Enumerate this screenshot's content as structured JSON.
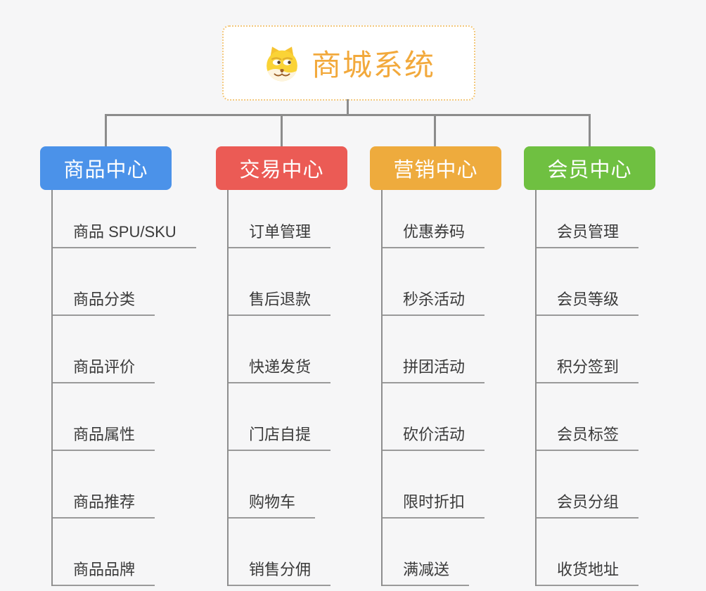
{
  "page": {
    "background": "#f6f6f7",
    "connector_color": "#8c8c8c"
  },
  "root": {
    "title": "商城系统",
    "icon": "doge-icon",
    "text_color": "#f2a93c",
    "border_color": "#f3c87c"
  },
  "branches": [
    {
      "label": "商品中心",
      "color": "#4b92e9",
      "children": [
        "商品 SPU/SKU",
        "商品分类",
        "商品评价",
        "商品属性",
        "商品推荐",
        "商品品牌"
      ]
    },
    {
      "label": "交易中心",
      "color": "#eb5b55",
      "children": [
        "订单管理",
        "售后退款",
        "快递发货",
        "门店自提",
        "购物车",
        "销售分佣"
      ]
    },
    {
      "label": "营销中心",
      "color": "#eeab3d",
      "children": [
        "优惠券码",
        "秒杀活动",
        "拼团活动",
        "砍价活动",
        "限时折扣",
        "满减送"
      ]
    },
    {
      "label": "会员中心",
      "color": "#6fc041",
      "children": [
        "会员管理",
        "会员等级",
        "积分签到",
        "会员标签",
        "会员分组",
        "收货地址"
      ]
    }
  ]
}
